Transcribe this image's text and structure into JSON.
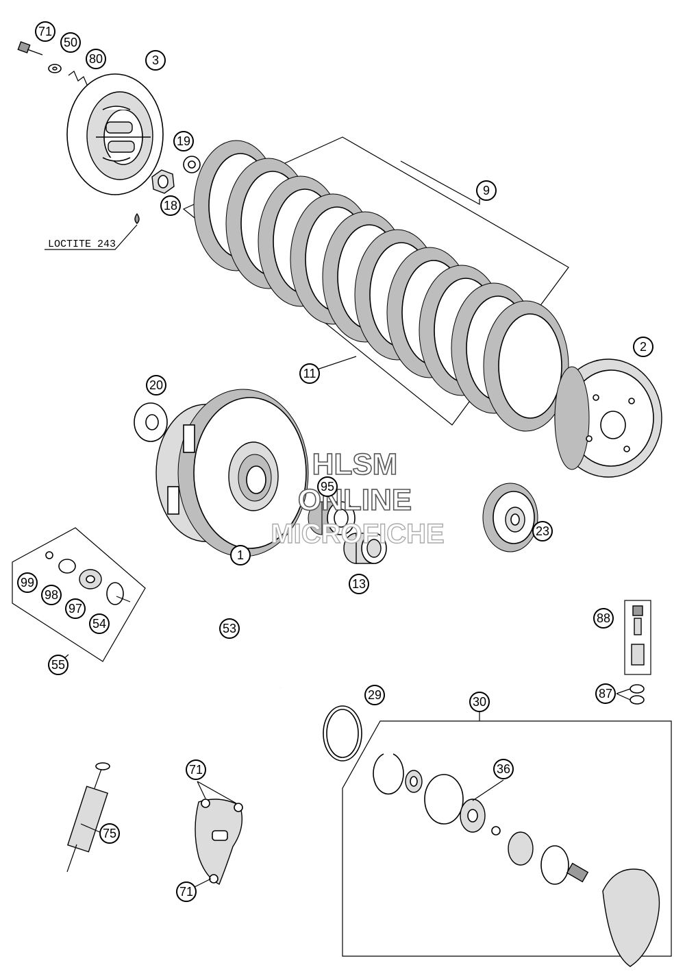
{
  "diagram": {
    "note": "LOCTITE 243",
    "watermark": [
      "HLSM",
      "ONLINE",
      "MICROFICHE"
    ],
    "callouts": [
      {
        "id": "c71a",
        "label": "71"
      },
      {
        "id": "c50",
        "label": "50"
      },
      {
        "id": "c80",
        "label": "80"
      },
      {
        "id": "c3",
        "label": "3"
      },
      {
        "id": "c19",
        "label": "19"
      },
      {
        "id": "c18",
        "label": "18"
      },
      {
        "id": "c9",
        "label": "9"
      },
      {
        "id": "c2",
        "label": "2"
      },
      {
        "id": "c11",
        "label": "11"
      },
      {
        "id": "c20",
        "label": "20"
      },
      {
        "id": "c95",
        "label": "95"
      },
      {
        "id": "c1",
        "label": "1"
      },
      {
        "id": "c13",
        "label": "13"
      },
      {
        "id": "c23",
        "label": "23"
      },
      {
        "id": "c99",
        "label": "99"
      },
      {
        "id": "c98",
        "label": "98"
      },
      {
        "id": "c97",
        "label": "97"
      },
      {
        "id": "c54",
        "label": "54"
      },
      {
        "id": "c55",
        "label": "55"
      },
      {
        "id": "c53",
        "label": "53"
      },
      {
        "id": "c88",
        "label": "88"
      },
      {
        "id": "c87",
        "label": "87"
      },
      {
        "id": "c29",
        "label": "29"
      },
      {
        "id": "c30",
        "label": "30"
      },
      {
        "id": "c36",
        "label": "36"
      },
      {
        "id": "c71b",
        "label": "71"
      },
      {
        "id": "c71c",
        "label": "71"
      },
      {
        "id": "c75",
        "label": "75"
      }
    ]
  }
}
